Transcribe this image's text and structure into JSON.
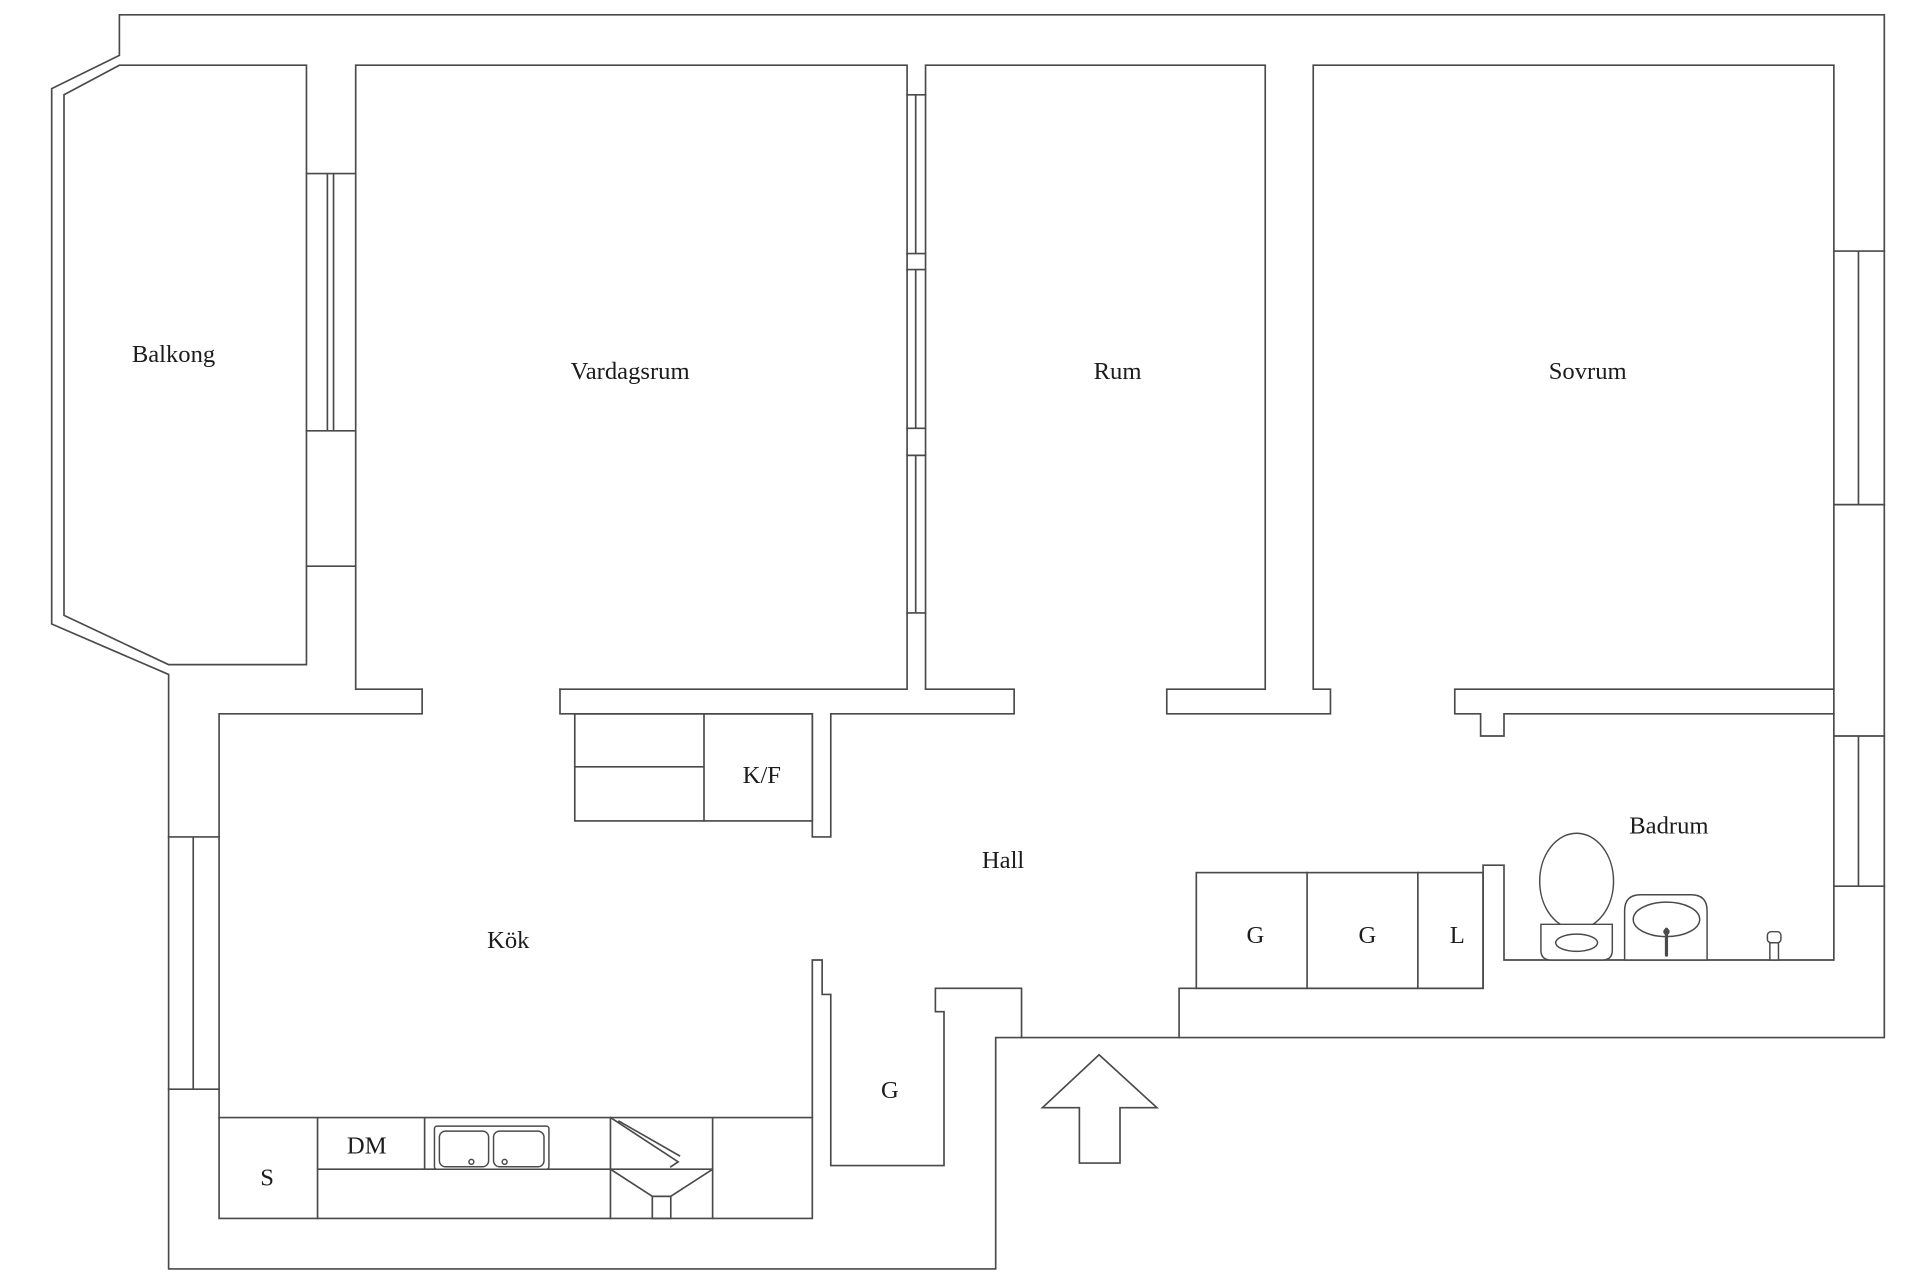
{
  "floor_plan": {
    "rooms": {
      "balkong": "Balkong",
      "vardagsrum": "Vardagsrum",
      "rum": "Rum",
      "sovrum": "Sovrum",
      "hall": "Hall",
      "kok": "Kök",
      "badrum": "Badrum"
    },
    "storage": {
      "kf": "K/F",
      "hall_closet_1": "G",
      "hall_closet_2": "G",
      "linen_closet": "L",
      "entry_closet": "G"
    },
    "kitchen": {
      "dishwasher": "DM",
      "s": "S"
    },
    "entrance_icon": "arrow-up-icon"
  },
  "colors": {
    "background": "#ffffff",
    "line": "#4a4a4a",
    "text": "#1c1c1c"
  }
}
